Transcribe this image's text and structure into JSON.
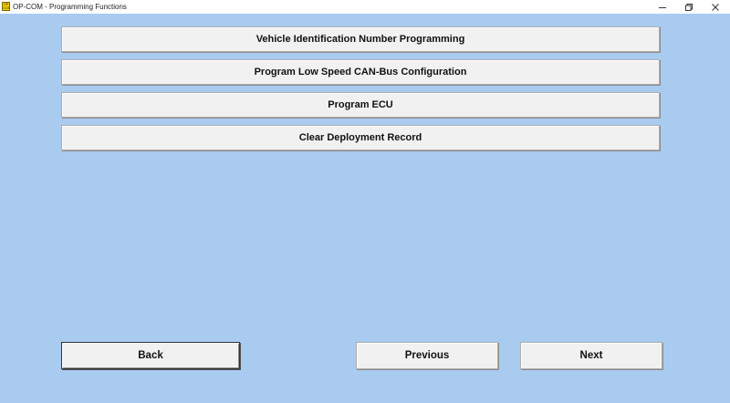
{
  "window": {
    "title": "OP-COM - Programming Functions",
    "icon_text": "OP COM",
    "background_color": "#a9cbf0",
    "controls": {
      "minimize_icon": "minimize-icon",
      "maximize_icon": "restore-icon",
      "close_icon": "close-icon"
    }
  },
  "functions": [
    {
      "label": "Vehicle Identification Number Programming"
    },
    {
      "label": "Program Low Speed CAN-Bus Configuration"
    },
    {
      "label": "Program ECU"
    },
    {
      "label": "Clear Deployment Record"
    }
  ],
  "navigation": {
    "back_label": "Back",
    "previous_label": "Previous",
    "next_label": "Next"
  }
}
